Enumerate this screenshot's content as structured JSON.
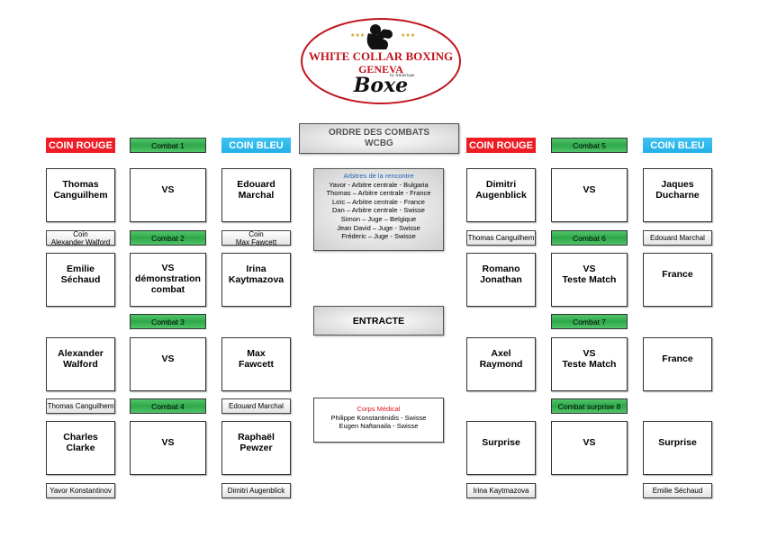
{
  "logo": {
    "stars_left": "★★★",
    "stars_right": "★★★",
    "line1": "WHITE COLLAR BOXING",
    "line2": "GENEVA",
    "byline": "by Athlerique",
    "brand": "Boxe",
    "colors": {
      "red": "#c0141c",
      "black": "#111111",
      "gold": "#c9a227"
    }
  },
  "headers": {
    "coin_rouge": "COIN ROUGE",
    "coin_bleu": "COIN BLEU",
    "colors": {
      "red": "#ee1c25",
      "blue": "#29b6ec",
      "green": "#3db55a"
    }
  },
  "center": {
    "title_line1": "ORDRE DES COMBATS",
    "title_line2": "WCBG",
    "referees_title": "Arbitres de la rencontre",
    "referees": [
      "Yavor - Arbitre centrale - Bulgaria",
      "Thomas – Arbitre centrale - France",
      "Loïc – Arbitre centrale - France",
      "Dan – Arbitre centrale - Swisse",
      "Simon – Juge – Belgique",
      "Jean David – Juge - Swisse",
      "Fréderic – Juge - Swisse"
    ],
    "entracte": "ENTRACTE",
    "medical_title": "Corps Médical",
    "medical": [
      "Philippe Konstantinidis - Swisse",
      "Eugen Naftanaila - Swisse"
    ]
  },
  "left_fights": [
    {
      "label": "Combat 1",
      "red": "Thomas\nCanguilhem",
      "vs": "VS",
      "blue": "Edouard\nMarchal",
      "red_coin": "Coin\nAlexander Walford",
      "blue_coin": "Coin\nMax Fawcett"
    },
    {
      "label": "Combat 2",
      "red": "Emilie\nSéchaud",
      "vs": "VS\ndémonstration\ncombat",
      "blue": "Irina\nKaytmazova",
      "red_coin": "",
      "blue_coin": ""
    },
    {
      "label": "Combat 3",
      "red": "Alexander\nWalford",
      "vs": "VS",
      "blue": "Max\nFawcett",
      "red_coin": "Thomas Canguilhem",
      "blue_coin": "Edouard Marchal"
    },
    {
      "label": "Combat 4",
      "red": "Charles\nClarke",
      "vs": "VS",
      "blue": "Raphaël\nPewzer",
      "red_coin": "Yavor Konstantinov",
      "blue_coin": "Dimitri Augenblick"
    }
  ],
  "right_fights": [
    {
      "label": "Combat 5",
      "red": "Dimitri\nAugenblick",
      "vs": "VS",
      "blue": "Jaques\nDucharne",
      "red_coin": "Thomas Canguilhem",
      "blue_coin": "Edouard Marchal"
    },
    {
      "label": "Combat 6",
      "red": "Romano\nJonathan",
      "vs": "VS\nTeste Match",
      "blue": "France",
      "red_coin": "",
      "blue_coin": ""
    },
    {
      "label": "Combat 7",
      "red": "Axel\nRaymond",
      "vs": "VS\nTeste Match",
      "blue": "France",
      "red_coin": "",
      "blue_coin": ""
    },
    {
      "label": "Combat surprise 8",
      "red": "Surprise",
      "vs": "VS",
      "blue": "Surprise",
      "red_coin": "Irina Kaytmazova",
      "blue_coin": "Emilie Séchaud"
    }
  ]
}
